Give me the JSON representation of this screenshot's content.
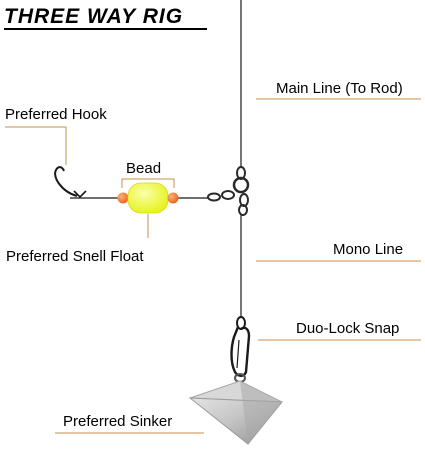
{
  "title": "THREE WAY RIG",
  "labels": {
    "main_line": "Main Line (To Rod)",
    "preferred_hook": "Preferred Hook",
    "bead": "Bead",
    "snell_float": "Preferred Snell Float",
    "mono_line": "Mono Line",
    "duo_lock_snap": "Duo-Lock Snap",
    "sinker": "Preferred Sinker"
  },
  "colors": {
    "leader": "#c9914e",
    "line": "#1a1a1a",
    "float": "#f0fb3c",
    "bead": "#f07a3a",
    "sinker": "#b8b8b8"
  }
}
